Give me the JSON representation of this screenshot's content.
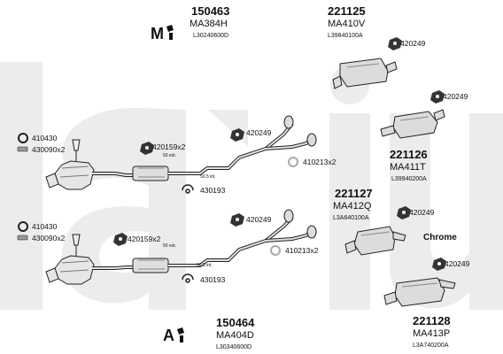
{
  "kits": [
    {
      "number": "150463",
      "model": "MA384H",
      "ref": "L30240600D"
    },
    {
      "number": "221125",
      "model": "MA410V",
      "ref": "L39840100A"
    },
    {
      "number": "221126",
      "model": "MA411T",
      "ref": "L39940200A"
    },
    {
      "number": "221127",
      "model": "MA412Q",
      "ref": "L3A640100A"
    },
    {
      "number": "221128",
      "model": "MA413P",
      "ref": "L3A740200A"
    },
    {
      "number": "150464",
      "model": "MA404D",
      "ref": "L30340600D"
    }
  ],
  "parts": {
    "ring_a": "410430",
    "gasket_a": "430090x2",
    "ring_b": "410430",
    "gasket_b": "430090x2",
    "hanger_1": "420249",
    "hanger_2": "420249",
    "hanger_3": "420249",
    "hanger_4": "420249",
    "hanger_5": "420249",
    "hanger_6": "420249",
    "hanger_pair_top": "420159x2",
    "hanger_pair_bottom": "420159x2",
    "ring_mid_top": "410213x2",
    "ring_mid_bottom": "410213x2",
    "clamp_top": "430193",
    "clamp_bottom": "430193"
  },
  "dims": {
    "ext_top": "50 ext.",
    "int_top": "50.5 int.",
    "ext_bottom": "50 ext.",
    "int_bottom": "50.5 int."
  },
  "finish_label": "Chrome"
}
